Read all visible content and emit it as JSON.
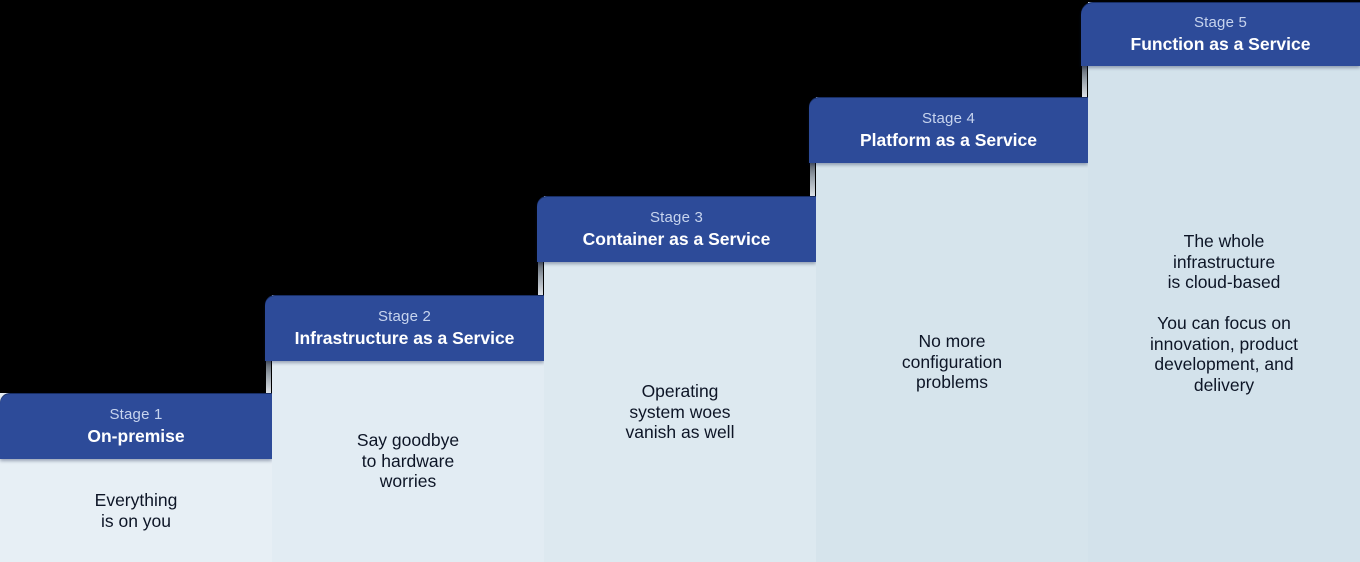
{
  "canvas": {
    "background": "#000000"
  },
  "palette": {
    "header_bg": "#2d4b99",
    "stage_label_color": "#c7d4ee",
    "stage_title_color": "#ffffff",
    "body_text_color": "#0d1526"
  },
  "stages": [
    {
      "stage_label": "Stage 1",
      "title": "On-premise",
      "body": "Everything\nis on you",
      "body_bg": "#e7eff5"
    },
    {
      "stage_label": "Stage 2",
      "title": "Infrastructure as a Service",
      "body": "Say goodbye\nto hardware\nworries",
      "body_bg": "#e2ecf3"
    },
    {
      "stage_label": "Stage 3",
      "title": "Container as a Service",
      "body": "Operating\nsystem woes\nvanish as well",
      "body_bg": "#dde9f0"
    },
    {
      "stage_label": "Stage 4",
      "title": "Platform as a Service",
      "body": "No more\nconfiguration\nproblems",
      "body_bg": "#d6e4ec"
    },
    {
      "stage_label": "Stage 5",
      "title": "Function as a Service",
      "body": "The whole\ninfrastructure\nis cloud-based\n\nYou can focus on\ninnovation, product\ndevelopment, and\ndelivery",
      "body_bg": "#d3e2eb"
    }
  ]
}
